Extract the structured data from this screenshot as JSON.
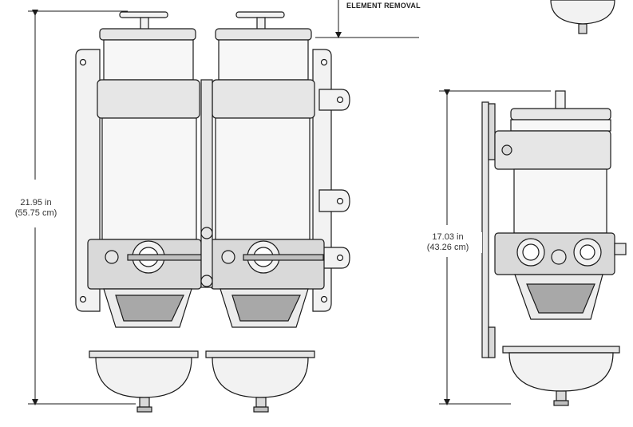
{
  "labels": {
    "element_removal": "ELEMENT REMOVAL",
    "height_front_in": "21.95 in",
    "height_front_cm": "(55.75 cm)",
    "height_side_in": "17.03 in",
    "height_side_cm": "(43.26 cm)"
  },
  "colors": {
    "line": "#1a1a1a",
    "fill_light": "#f2f2f2",
    "fill_mid": "#d9d9d9",
    "fill_dark": "#a8a8a8",
    "background": "#ffffff"
  }
}
